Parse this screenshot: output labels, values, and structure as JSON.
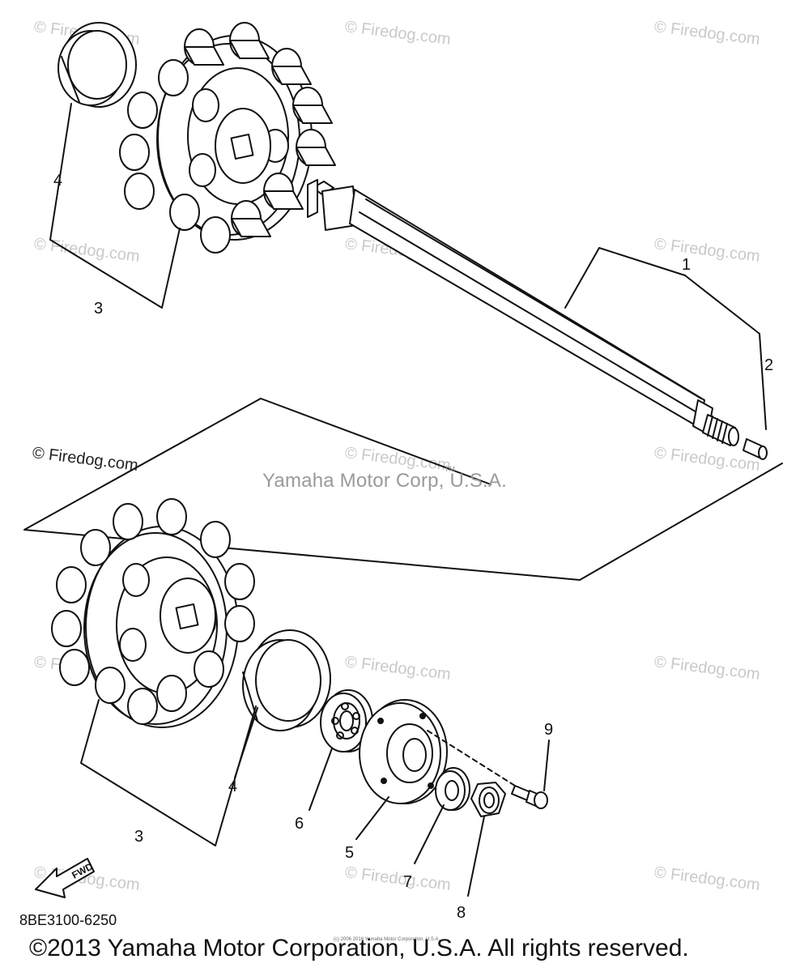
{
  "watermark": "© Firedog.com",
  "credit": "Yamaha Motor Corp, U.S.A.",
  "credit_tm": "TM",
  "callouts": {
    "c1": "1",
    "c2": "2",
    "c3a": "3",
    "c4a": "4",
    "c3b": "3",
    "c4b": "4",
    "c5": "5",
    "c6": "6",
    "c7": "7",
    "c8": "8",
    "c9": "9"
  },
  "fwd_label": "FWD",
  "diagram_code": "8BE3100-6250",
  "tiny_notice": "(c) 2006 2016 Yamaha Motor Corporation, U.S.A.",
  "copyright": "©2013 Yamaha Motor Corporation, U.S.A. All rights reserved."
}
